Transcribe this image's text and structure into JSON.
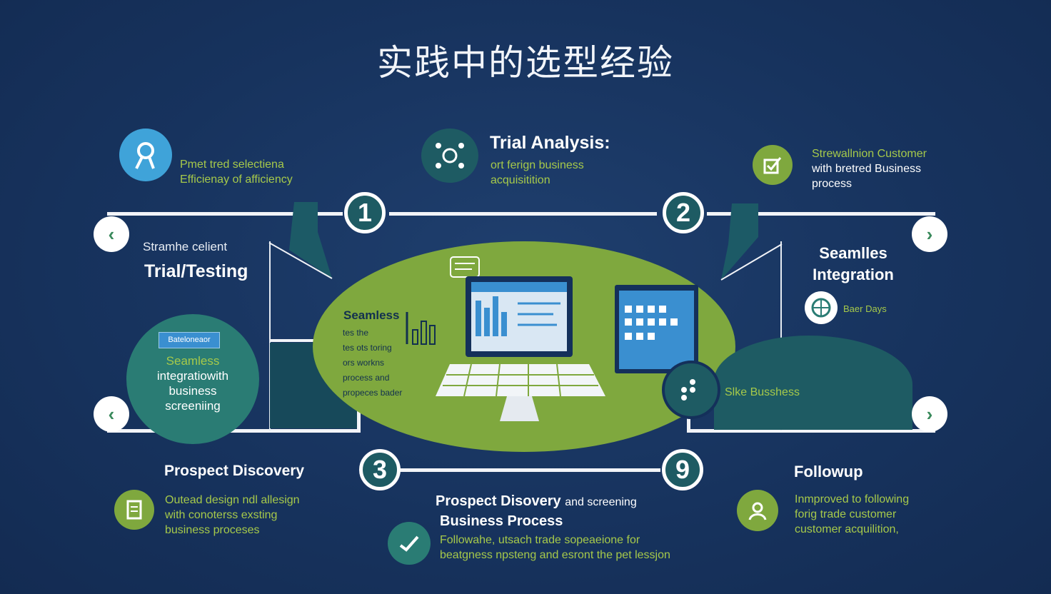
{
  "title": "实践中的选型经验",
  "top_left": {
    "lines": [
      "Pmet tred selectiena",
      "Efficienay of afficiency"
    ]
  },
  "top_center": {
    "heading": "Trial Analysis:",
    "lines": [
      "ort ferign business",
      "acquisitition"
    ]
  },
  "top_right": {
    "lines": [
      "Strewallnion Customer",
      "with bretred Business",
      "process"
    ]
  },
  "steps": [
    "1",
    "2",
    "3",
    "9"
  ],
  "left_panel": {
    "sub": "Stramhe celient",
    "heading": "Trial/Testing",
    "badge": "Bateloneaor",
    "circle_lines": [
      "Seamless",
      "integratiowith",
      "business",
      "screeniing"
    ]
  },
  "right_panel": {
    "heading_lines": [
      "Seamlles",
      "Integration"
    ],
    "days": "Baer Days",
    "business": "Slke Busshess"
  },
  "center": {
    "seamless": "Seamless",
    "lines": [
      "tes the",
      "tes ots toring",
      "ors workns",
      "process and",
      "propeces bader"
    ]
  },
  "bottom_left": {
    "heading": "Prospect Discovery",
    "lines": [
      "Outead design ndl allesign",
      "with conoterss exsting",
      "business proceses"
    ]
  },
  "bottom_center": {
    "heading_a": "Prospect Disovery",
    "heading_b": "and screening",
    "heading_c": "Business Process",
    "lines": [
      "Followahe, utsach trade sopeaeione for",
      "beatgness npsteng and esront the pet lessjon"
    ]
  },
  "bottom_right": {
    "heading": "Followup",
    "lines": [
      "Inmproved to following",
      "forig trade customer",
      "customer acquilition,"
    ]
  },
  "colors": {
    "bg": "#17335e",
    "accent_green": "#7fa83e",
    "teal": "#1e5b63",
    "text_green": "#a6c94a"
  },
  "icons": {
    "top_left": "compass-magnify-icon",
    "top_center": "network-gear-icon",
    "top_right": "checkbox-icon",
    "bottom_left": "document-icon",
    "bottom_center": "checkmark-icon",
    "bottom_right": "user-icon",
    "globe": "globe-icon",
    "laptop": "laptop-icon",
    "tablet": "tablet-icon"
  }
}
